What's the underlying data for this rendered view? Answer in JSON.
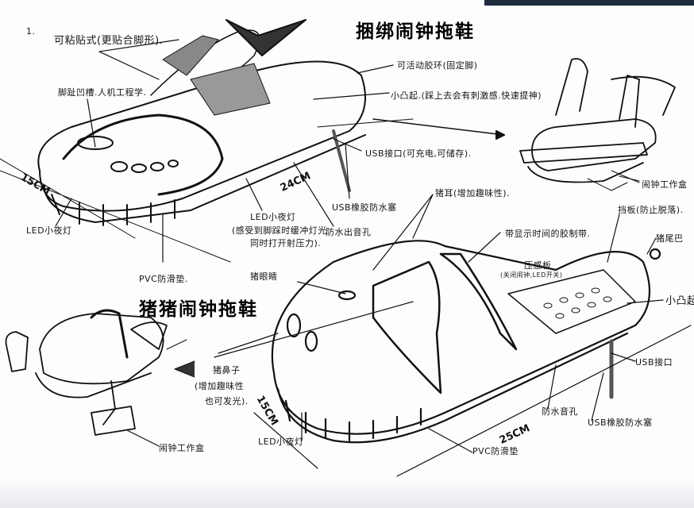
{
  "page_number": "1.",
  "titles": {
    "bound_slipper": "捆绑闹钟拖鞋",
    "pig_slipper": "猪猪闹钟拖鞋"
  },
  "slipper1_labels": {
    "adhesive": "可粘贴式(更贴合脚形).",
    "toe_groove": "脚趾凹槽.人机工程学.",
    "led_front": "LED小夜灯",
    "led_side_1": "LED小夜灯",
    "led_side_2": "(感受到脚踩时缓冲灯光",
    "led_side_3": "同时打开射压力).",
    "speaker_hole": "防水出音孔",
    "pvc_pad": "PVC防滑垫.",
    "rubber_ring": "可活动胶环(固定脚)",
    "bumps": "小凸起.(踩上去会有刺激感.快速提神)",
    "usb_port": "USB接口(可充电,可储存).",
    "usb_plug": "USB橡胶防水塞",
    "alarm_box": "闹钟工作盒",
    "dim_length": "24CM",
    "dim_width": "15CM"
  },
  "slipper2_labels": {
    "pig_ear": "猪耳(增加趣味性).",
    "baffle": "挡板(防止脱落).",
    "time_band": "带显示时间的胶制带.",
    "pig_tail": "猪尾巴",
    "pig_eye": "猪眼睛",
    "pressure_1": "压感板",
    "pressure_2": "(关闭闹钟,LED开关)",
    "bumps": "小凸起",
    "pig_nose_1": "猪鼻子",
    "pig_nose_2": "(增加趣味性",
    "pig_nose_3": "也可发光).",
    "usb_port": "USB接口",
    "speaker_hole": "防水音孔",
    "usb_plug": "USB橡胶防水塞",
    "led": "LED小夜灯",
    "pvc_pad": "PVC防滑垫",
    "alarm_box": "闹钟工作盒",
    "dim_length": "25CM",
    "dim_width": "15CM"
  }
}
